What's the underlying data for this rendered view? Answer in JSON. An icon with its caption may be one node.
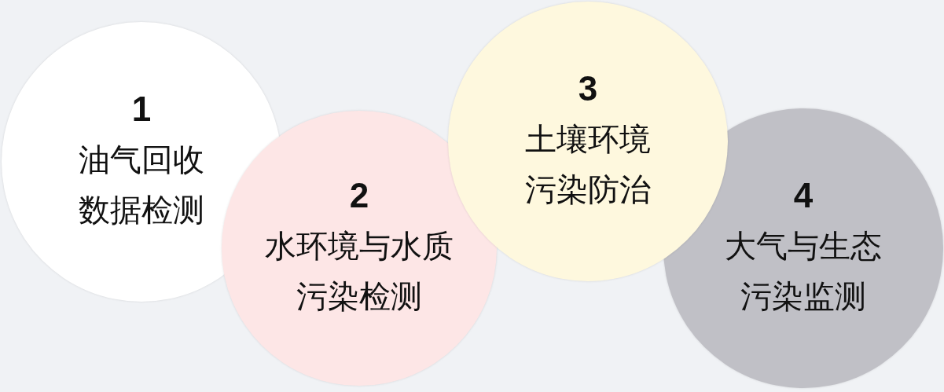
{
  "diagram": {
    "nodes": [
      {
        "text": [
          "1",
          "油气回收数据检测"
        ]
      },
      {
        "text": [
          "2",
          "水环境与水质污染检测"
        ]
      },
      {
        "text": [
          "3",
          "土壤环境污染防治"
        ]
      },
      {
        "text": [
          "4",
          "大气与生态污染监测"
        ]
      }
    ]
  }
}
